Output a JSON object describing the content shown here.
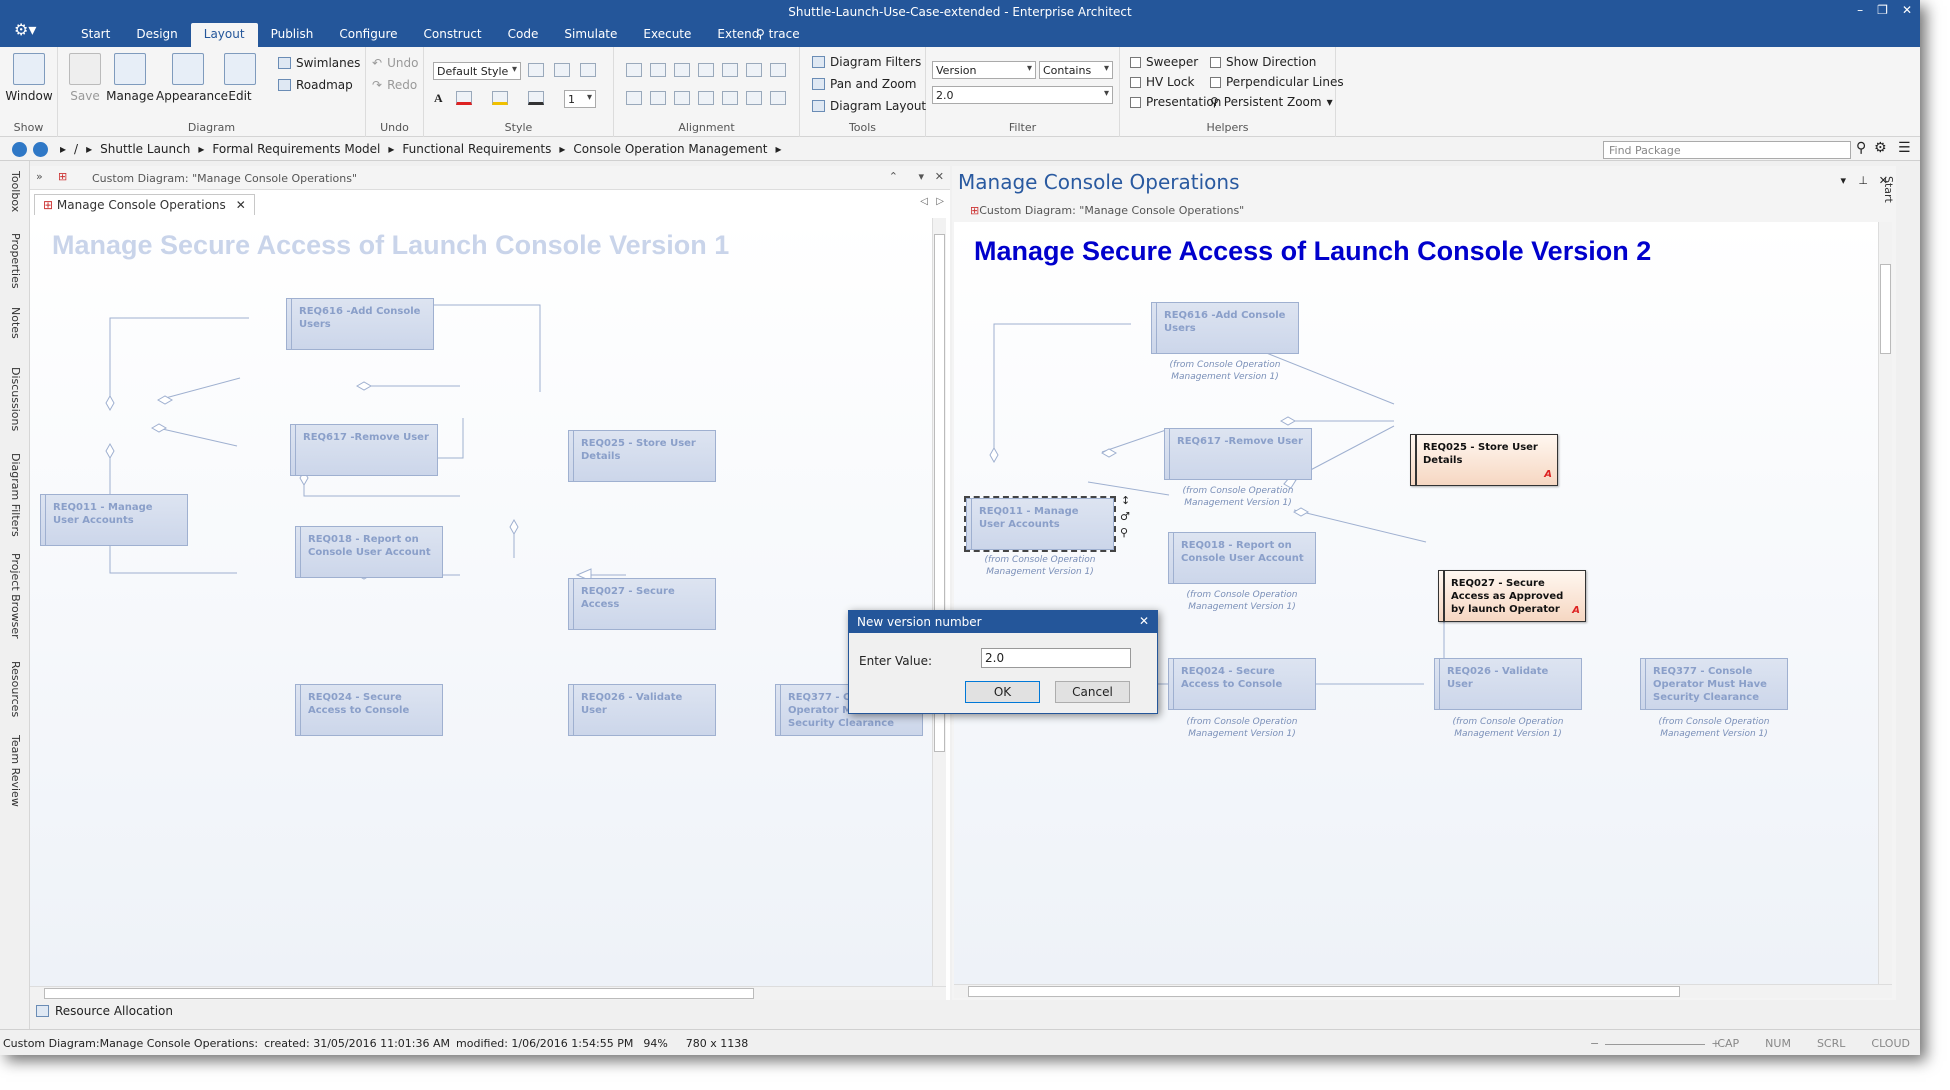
{
  "window": {
    "title": "Shuttle-Launch-Use-Case-extended - Enterprise Architect"
  },
  "tabs": [
    "Start",
    "Design",
    "Layout",
    "Publish",
    "Configure",
    "Construct",
    "Code",
    "Simulate",
    "Execute",
    "Extend"
  ],
  "active_tab": "Layout",
  "trace": "trace",
  "ribbon": {
    "show": {
      "label": "Show",
      "window": "Window"
    },
    "diagram": {
      "label": "Diagram",
      "save": "Save",
      "manage": "Manage",
      "appearance": "Appearance",
      "edit": "Edit",
      "swimlanes": "Swimlanes",
      "roadmap": "Roadmap"
    },
    "undo": {
      "label": "Undo",
      "undo": "Undo",
      "redo": "Redo"
    },
    "style": {
      "label": "Style",
      "style_combo": "Default Style",
      "line_width": "1"
    },
    "alignment": {
      "label": "Alignment"
    },
    "tools": {
      "label": "Tools",
      "filters": "Diagram Filters",
      "pan": "Pan and Zoom",
      "layout": "Diagram Layout"
    },
    "filter": {
      "label": "Filter",
      "field": "Version",
      "op": "Contains",
      "value": "2.0"
    },
    "helpers": {
      "label": "Helpers",
      "sweeper": "Sweeper",
      "hvlock": "HV Lock",
      "presentation": "Presentation",
      "showdir": "Show Direction",
      "perp": "Perpendicular Lines",
      "zoom": "Persistent Zoom"
    }
  },
  "breadcrumb": [
    "/",
    "Shuttle Launch",
    "Formal Requirements Model",
    "Functional Requirements",
    "Console Operation Management"
  ],
  "find_package": {
    "placeholder": "Find Package"
  },
  "left_toolbar": [
    "Toolbox",
    "Properties",
    "Notes",
    "Discussions",
    "Diagram Filters",
    "Project Browser",
    "Resources",
    "Team Review"
  ],
  "left_pane": {
    "header": "Custom Diagram: \"Manage Console Operations\"",
    "tab": "Manage Console Operations",
    "title": "Manage Secure Access of Launch Console Version 1",
    "nodes": {
      "req616": "REQ616 -Add Console Users",
      "req617": "REQ617 -Remove User",
      "req025": "REQ025 - Store User Details",
      "req011": "REQ011 - Manage User Accounts",
      "req018": "REQ018 - Report on Console User Account",
      "req027": "REQ027 - Secure Access",
      "req024": "REQ024 - Secure Access to Console",
      "req026": "REQ026 - Validate User",
      "req377": "REQ377 - Console Operator Must Have Security Clearance"
    }
  },
  "right_pane": {
    "pane_title": "Manage Console Operations",
    "header": "Custom Diagram: \"Manage Console Operations\"",
    "title": "Manage Secure Access of Launch Console Version 2",
    "from_text": "(from Console Operation Management Version 1)",
    "nodes": {
      "req616": "REQ616 -Add Console Users",
      "req617": "REQ617 -Remove User",
      "req025": "REQ025 - Store User Details",
      "req011": "REQ011 - Manage User Accounts",
      "req018": "REQ018 - Report on Console User Account",
      "req027": "REQ027 - Secure Access as Approved by launch Operator",
      "req024": "REQ024 - Secure Access to Console",
      "req026": "REQ026 - Validate User",
      "req377": "REQ377 - Console Operator Must Have Security Clearance"
    },
    "flag": "A"
  },
  "dialog": {
    "title": "New version number",
    "label": "Enter Value:",
    "value": "2.0",
    "ok": "OK",
    "cancel": "Cancel"
  },
  "bottom_tab": "Resource Allocation",
  "status": {
    "diagram": "Custom Diagram:Manage Console Operations:",
    "created": "created:  31/05/2016 11:01:36 AM",
    "modified": "modified:  1/06/2016 1:54:55 PM",
    "zoom": "94%",
    "size": "780 x 1138",
    "indicators": [
      "CAP",
      "NUM",
      "SCRL",
      "CLOUD"
    ]
  },
  "colors": {
    "titlebar": "#24569a",
    "v2_title": "#0000cc",
    "v1_title": "#c9d4ea"
  }
}
